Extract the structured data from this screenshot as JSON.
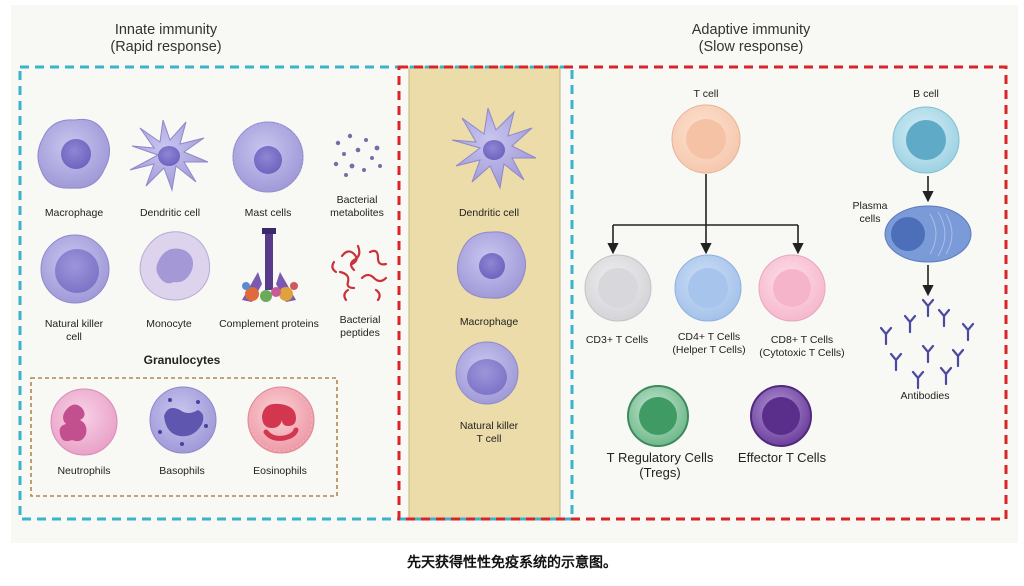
{
  "innate": {
    "title": "Innate immunity",
    "subtitle": "(Rapid response)",
    "cells": {
      "macrophage": "Macrophage",
      "dendritic": "Dendritic cell",
      "mast": "Mast cells",
      "bacterial_metabolites": "Bacterial\nmetabolites",
      "nk": "Natural killer\ncell",
      "monocyte": "Monocyte",
      "complement": "Complement proteins",
      "bacterial_peptides": "Bacterial\npeptides"
    },
    "granulocytes": {
      "title": "Granulocytes",
      "neutrophils": "Neutrophils",
      "basophils": "Basophils",
      "eosinophils": "Eosinophils"
    }
  },
  "overlap": {
    "dendritic": "Dendritic cell",
    "macrophage": "Macrophage",
    "nkt": "Natural killer\nT cell"
  },
  "adaptive": {
    "title": "Adaptive immunity",
    "subtitle": "(Slow response)",
    "t_cell": "T cell",
    "b_cell": "B cell",
    "cd3": "CD3+ T Cells",
    "cd4": "CD4+ T Cells\n(Helper T Cells)",
    "cd8": "CD8+ T Cells\n(Cytotoxic T Cells)",
    "tregs": "T Regulatory Cells\n(Tregs)",
    "effector": "Effector T Cells",
    "plasma": "Plasma\ncells",
    "antibodies": "Antibodies"
  },
  "caption": "先天获得性性免疫系统的示意图。",
  "colors": {
    "innate_border": "#3bb3cc",
    "adaptive_border": "#d9242a",
    "overlap_fill": "#ecdcaa",
    "granulocyte_border": "#b08850",
    "panel_bg": "#f8f8f4"
  }
}
